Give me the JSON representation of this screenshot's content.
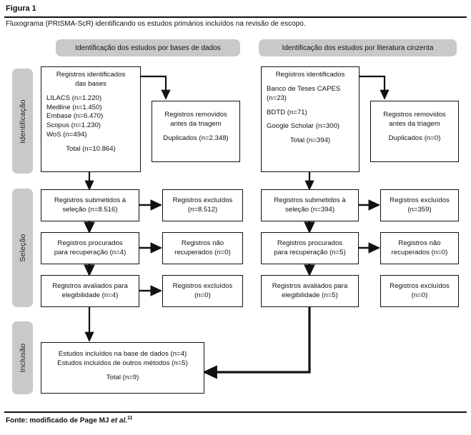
{
  "figure": {
    "label": "Figura 1",
    "caption": "Fluxograma (PRISMA-ScR) identificando os estudos primários incluídos na revisão de escopo.",
    "source_prefix": "Fonte: modificado de Page MJ ",
    "source_italic": "et al.",
    "source_superscript": "11"
  },
  "phases": [
    {
      "id": "identificacao",
      "label": "Identificação"
    },
    {
      "id": "selecao",
      "label": "Seleção"
    },
    {
      "id": "inclusao",
      "label": "Inclusão"
    }
  ],
  "columns": [
    {
      "id": "bases-de-dados",
      "header": "Identificação dos estudos por bases de dados"
    },
    {
      "id": "literatura-cinzenta",
      "header": "Identificação dos estudos por literatura cinzenta"
    }
  ],
  "boxes": {
    "db_identified": {
      "title_line1": "Registros identificados",
      "title_line2": "das bases",
      "sources": [
        "LILACS (n=1.220)",
        "Medline (n=1.450)",
        "Embase (n=6.470)",
        "Scopus (n=1.230)",
        "WoS (n=494)"
      ],
      "total": "Total (n=10.864)"
    },
    "db_removed": {
      "line1": "Registros removidos",
      "line2": "antes da triagem",
      "line3": "Duplicados (n=2.348)"
    },
    "db_screened": {
      "line1": "Registros submetidos à",
      "line2": "seleção (n=8.516)"
    },
    "db_screened_excluded": {
      "line1": "Registros excluídos",
      "line2": "(n=8.512)"
    },
    "db_sought": {
      "line1": "Registros procurados",
      "line2": "para recuperação (n=4)"
    },
    "db_not_retrieved": {
      "line1": "Registros não",
      "line2": "recuperados (n=0)"
    },
    "db_assessed": {
      "line1": "Registros avaliados para",
      "line2": "elegibilidade (n=4)"
    },
    "db_assessed_excluded": {
      "line1": "Registros excluídos",
      "line2": "(n=0)"
    },
    "grey_identified": {
      "title_line1": "Registros identificados",
      "sources": [
        "Banco de Teses CAPES",
        "(n=23)",
        "BDTD (n=71)",
        "Google Scholar (n=300)"
      ],
      "total": "Total (n=394)"
    },
    "grey_removed": {
      "line1": "Registros removidos",
      "line2": "antes da triagem",
      "line3": "Duplicados (n=0)"
    },
    "grey_screened": {
      "line1": "Registros submetidos à",
      "line2": "seleção (n=394)"
    },
    "grey_screened_excluded": {
      "line1": "Registros excluídos",
      "line2": "(n=359)"
    },
    "grey_sought": {
      "line1": "Registros procurados",
      "line2": "para recuperação (n=5)"
    },
    "grey_not_retrieved": {
      "line1": "Registros não",
      "line2": "recuperados (n=0)"
    },
    "grey_assessed": {
      "line1": "Registros avaliados para",
      "line2": "elegibilidade (n=5)"
    },
    "grey_assessed_excluded": {
      "line1": "Registros excluídos",
      "line2": "(n=0)"
    },
    "included": {
      "line1": "Estudos incluídos na base de dados (n=4)",
      "line2": "Estudos incluídos de outros métodos (n=5)",
      "line3": "Total (n=9)"
    }
  },
  "colors": {
    "phase_fill": "#c9c9c9",
    "header_fill": "#c9c9c9",
    "box_border": "#111111",
    "page_background": "#ffffff",
    "rule": "#111111"
  }
}
